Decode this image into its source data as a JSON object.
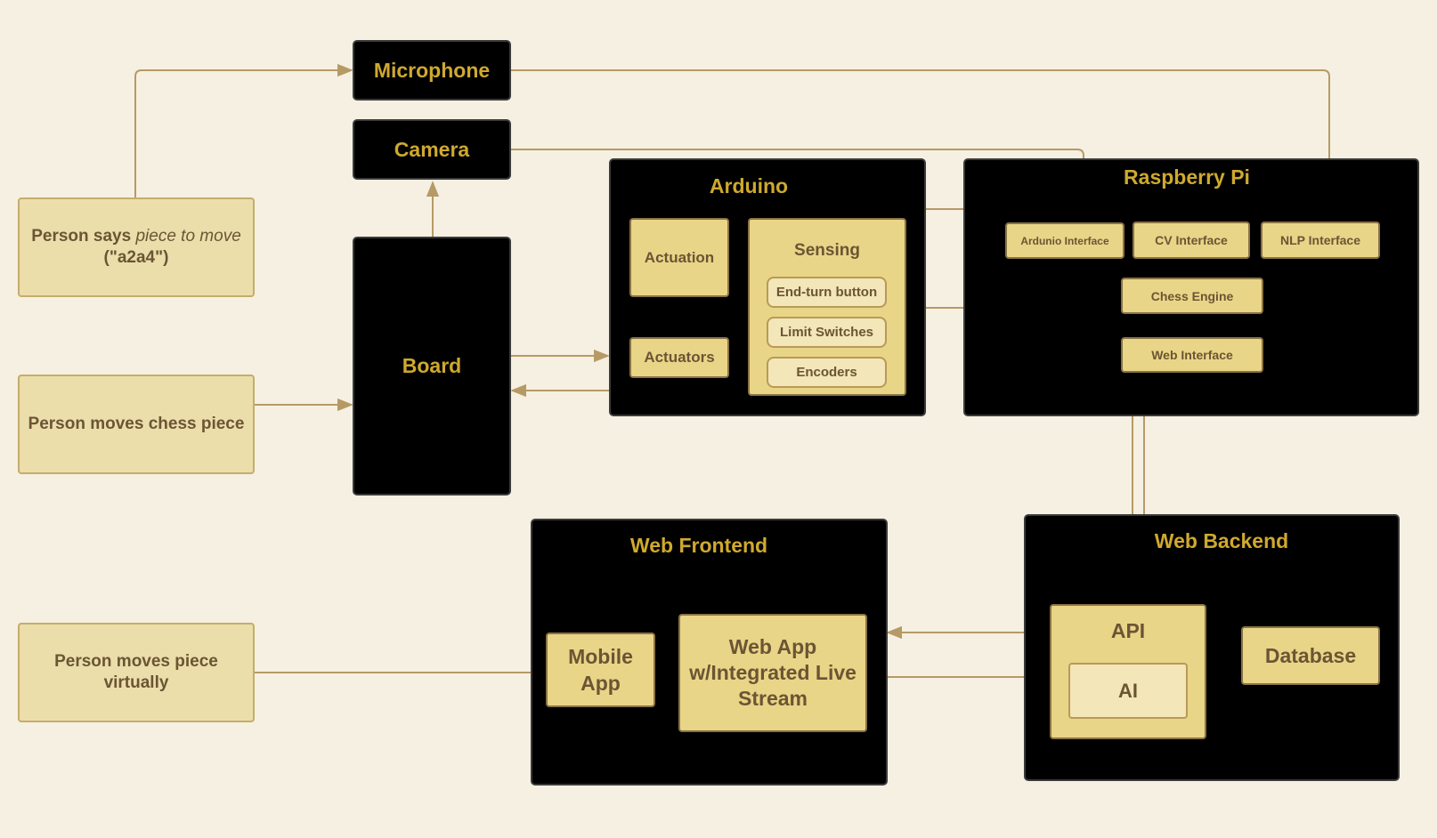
{
  "inputs": {
    "person_says": {
      "prefix": "Person says",
      "italic": "piece to move",
      "suffix": "(\"a2a4\")"
    },
    "person_moves": "Person moves chess piece",
    "person_virtual": "Person moves piece virtually"
  },
  "devices": {
    "microphone": "Microphone",
    "camera": "Camera",
    "board": "Board"
  },
  "arduino": {
    "title": "Arduino",
    "actuation": "Actuation",
    "actuators": "Actuators",
    "sensing": {
      "title": "Sensing",
      "items": [
        "End-turn button",
        "Limit Switches",
        "Encoders"
      ]
    }
  },
  "raspberry_pi": {
    "title": "Raspberry Pi",
    "arduino_interface": "Ardunio Interface",
    "cv_interface": "CV Interface",
    "nlp_interface": "NLP Interface",
    "chess_engine": "Chess Engine",
    "web_interface": "Web Interface"
  },
  "web_frontend": {
    "title": "Web Frontend",
    "mobile_app": "Mobile App",
    "web_app": "Web App w/Integrated Live Stream"
  },
  "web_backend": {
    "title": "Web Backend",
    "api": "API",
    "ai": "AI",
    "database": "Database"
  },
  "colors": {
    "background": "#f6f0e2",
    "panel": "#000000",
    "accent_text": "#cfa92e",
    "node_fill": "#e9d587",
    "node_text": "#6b5534",
    "arrow": "#b69a66"
  }
}
